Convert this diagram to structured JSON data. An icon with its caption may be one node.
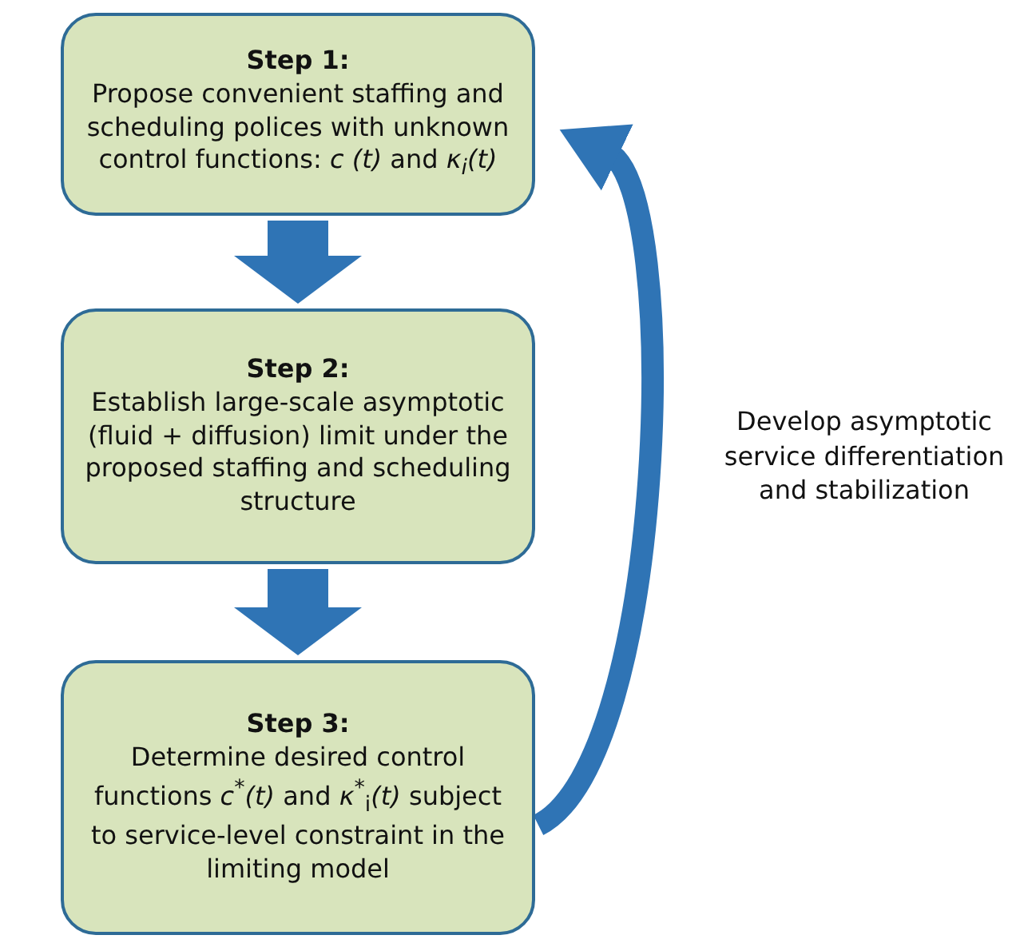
{
  "diagram": {
    "nodes": [
      {
        "text": [
          "Step 1:",
          "Propose convenient staffing and scheduling polices with unknown control functions: *c (t)* and *κ$_{i}$(t)*"
        ]
      },
      {
        "text": [
          "Step 2:",
          "Establish large-scale asymptotic (fluid + diffusion) limit under the proposed staffing and scheduling structure"
        ]
      },
      {
        "text": [
          "Step 3:",
          "Determine desired control functions *c*$^{*}$*(t)* and *κ*$^{*}$$_{i}$*(t)* subject to service-level constraint in the limiting model"
        ]
      }
    ],
    "edges": [
      {
        "from": 0,
        "to": 1,
        "arrow": "to"
      },
      {
        "from": 1,
        "to": 2,
        "arrow": "to"
      },
      {
        "from": 2,
        "to": 0,
        "arrow": "to",
        "label": "Develop asymptotic service differentiation and stabilization"
      }
    ]
  }
}
